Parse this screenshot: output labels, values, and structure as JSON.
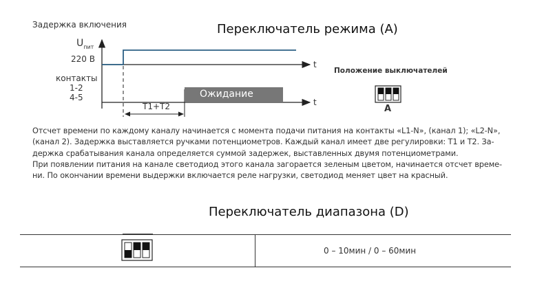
{
  "mode_section": {
    "title": "Переключатель режима (A)",
    "delay_label": "Задержка включения",
    "u_symbol": "U",
    "u_sub": "пит",
    "voltage_label": "220 В",
    "contacts_label": "контакты",
    "contacts_a": "1-2",
    "contacts_b": "4-5",
    "time_axis_label_1": "t",
    "time_axis_label_2": "t",
    "interval_label": "T1+T2",
    "waiting_label": "Ожидание",
    "switch_position_label": "Положение выключателей",
    "switch_letter": "A",
    "colors": {
      "supply_line": "#2b5f84",
      "waiting_box": "#777777"
    }
  },
  "description": {
    "line1": "Отсчет времени по каждому каналу начинается с момента подачи питания на контакты «L1-N», (канал 1); «L2-N»,",
    "line2": "(канал 2). Задержка выставляется ручками потенциометров. Каждый канал имеет две регулировки: Т1 и Т2. За-",
    "line3": "держка срабатывания канала определяется суммой задержек, выставленных  двумя потенциометрами.",
    "line4": "При появлении питания на канале светодиод этого канала загорается зеленым цветом, начинается отсчет време-",
    "line5": "ни. По окончании времени выдержки включается реле нагрузки, светодиод меняет цвет на красный."
  },
  "range_section": {
    "title": "Переключатель диапазона (D)",
    "range_value": "0 – 10мин / 0 – 60мин"
  }
}
